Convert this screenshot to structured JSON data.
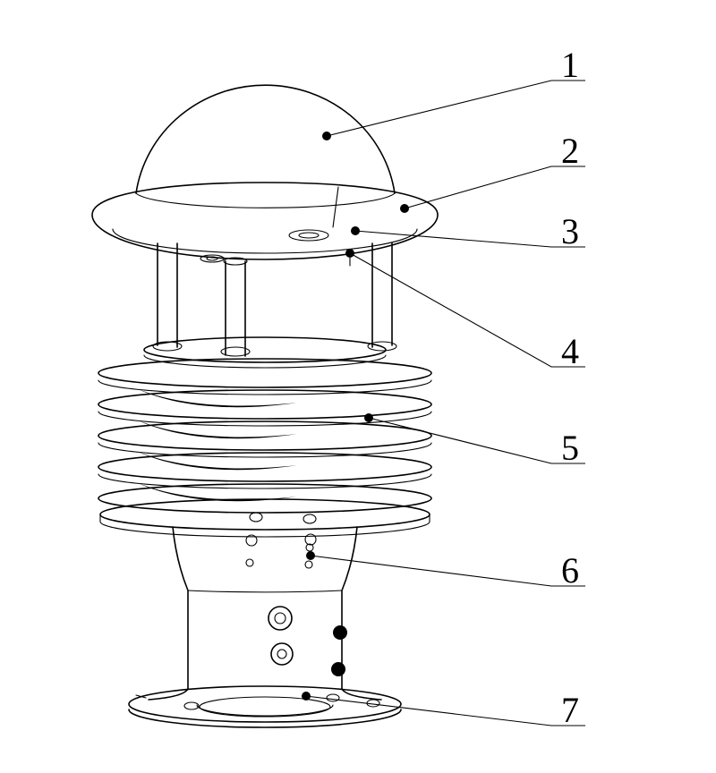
{
  "diagram": {
    "kind": "technical line drawing",
    "background_color": "#ffffff",
    "line_color": "#000000",
    "callouts": [
      {
        "label": "1"
      },
      {
        "label": "2"
      },
      {
        "label": "3"
      },
      {
        "label": "4"
      },
      {
        "label": "5"
      },
      {
        "label": "6"
      },
      {
        "label": "7"
      }
    ]
  }
}
